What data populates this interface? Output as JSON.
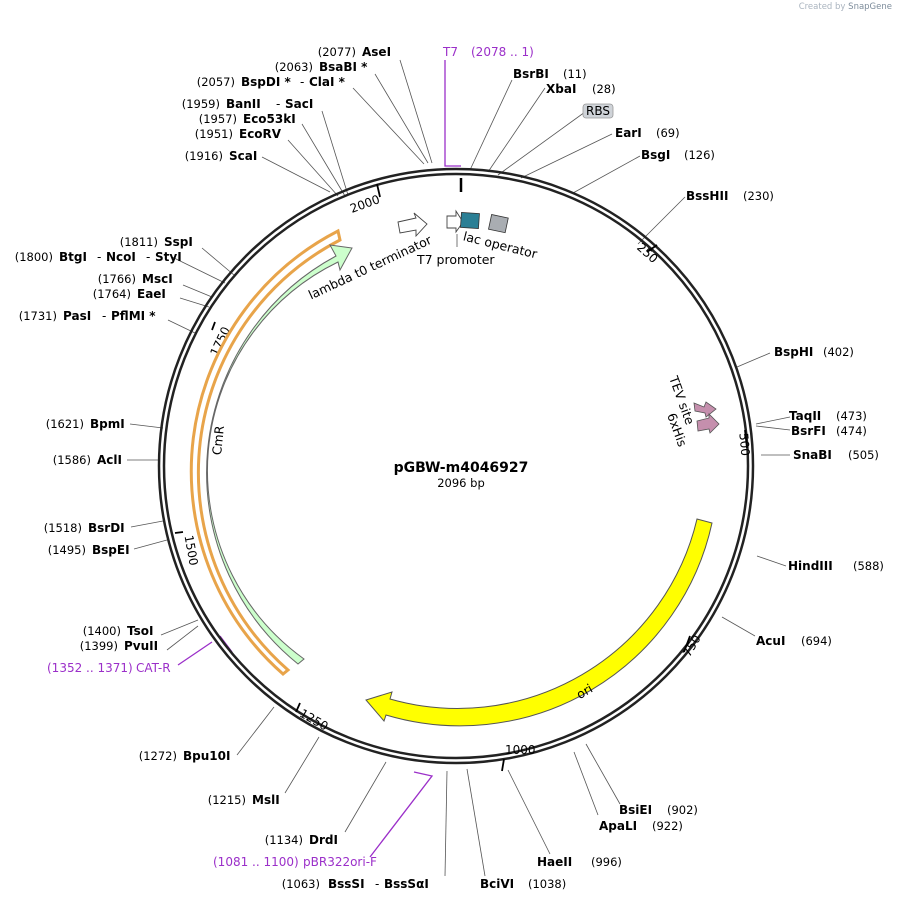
{
  "credit": {
    "prefix": "Created by",
    "brand": "SnapGene"
  },
  "plasmid": {
    "name": "pGBW-m4046927",
    "length": "2096 bp"
  },
  "ticks": [
    "250",
    "500",
    "750",
    "1000",
    "1250",
    "1500",
    "1750",
    "2000"
  ],
  "features": {
    "lac_operator": "lac operator",
    "t7_promoter": "T7 promoter",
    "lambda": "lambda t0 terminator",
    "tev": "TEV site",
    "his": "6xHis",
    "ori": "ori",
    "cmr": "CmR",
    "rbs": "RBS"
  },
  "primers": {
    "t7_name": "T7",
    "t7_range": "(2078 .. 1)",
    "cat_name": "CAT-R",
    "cat_range": "(1352 .. 1371)",
    "pbr_name": "pBR322ori-F",
    "pbr_range": "(1081 .. 1100)"
  },
  "sites": {
    "asei": {
      "pos": "(2077)",
      "name": "AseI"
    },
    "bsabi": {
      "pos": "(2063)",
      "name": "BsaBI *"
    },
    "bspdi": {
      "pos": "(2057)",
      "name": "BspDI *",
      "name2": "ClaI *"
    },
    "banii": {
      "pos": "(1959)",
      "name": "BanII",
      "name2": "SacI"
    },
    "eco53ki": {
      "pos": "(1957)",
      "name": "Eco53kI"
    },
    "ecorv": {
      "pos": "(1951)",
      "name": "EcoRV"
    },
    "scai": {
      "pos": "(1916)",
      "name": "ScaI"
    },
    "sspi": {
      "pos": "(1811)",
      "name": "SspI"
    },
    "btgi": {
      "pos": "(1800)",
      "name": "BtgI",
      "name2": "NcoI",
      "name3": "StyI"
    },
    "msci": {
      "pos": "(1766)",
      "name": "MscI"
    },
    "eaei": {
      "pos": "(1764)",
      "name": "EaeI"
    },
    "pasi": {
      "pos": "(1731)",
      "name": "PasI",
      "name2": "PflMI *"
    },
    "bpmi": {
      "pos": "(1621)",
      "name": "BpmI"
    },
    "acli": {
      "pos": "(1586)",
      "name": "AclI"
    },
    "bsrdi": {
      "pos": "(1518)",
      "name": "BsrDI"
    },
    "bspei": {
      "pos": "(1495)",
      "name": "BspEI"
    },
    "tsoi": {
      "pos": "(1400)",
      "name": "TsoI"
    },
    "pvuii": {
      "pos": "(1399)",
      "name": "PvuII"
    },
    "bpu10i": {
      "pos": "(1272)",
      "name": "Bpu10I"
    },
    "msli": {
      "pos": "(1215)",
      "name": "MslI"
    },
    "drdi": {
      "pos": "(1134)",
      "name": "DrdI"
    },
    "bsssi": {
      "pos": "(1063)",
      "name": "BssSI",
      "name2": "BssSαI"
    },
    "bcivi": {
      "name": "BciVI",
      "pos": "(1038)"
    },
    "haeii": {
      "name": "HaeII",
      "pos": "(996)"
    },
    "apali": {
      "name": "ApaLI",
      "pos": "(922)"
    },
    "bsiei": {
      "name": "BsiEI",
      "pos": "(902)"
    },
    "acui": {
      "name": "AcuI",
      "pos": "(694)"
    },
    "hindiii": {
      "name": "HindIII",
      "pos": "(588)"
    },
    "snabi": {
      "name": "SnaBI",
      "pos": "(505)"
    },
    "bsrfi": {
      "name": "BsrFI",
      "pos": "(474)"
    },
    "taqii": {
      "name": "TaqII",
      "pos": "(473)"
    },
    "bsphi": {
      "name": "BspHI",
      "pos": "(402)"
    },
    "bsshii": {
      "name": "BssHII",
      "pos": "(230)"
    },
    "bsgi": {
      "name": "BsgI",
      "pos": "(126)"
    },
    "eari": {
      "name": "EarI",
      "pos": "(69)"
    },
    "xbai": {
      "name": "XbaI",
      "pos": "(28)"
    },
    "bsrbi": {
      "name": "BsrBI",
      "pos": "(11)"
    }
  },
  "colors": {
    "ori": "#ffff00",
    "cmr": "#ccffcc",
    "cmr_outline": "#e8a44a",
    "primer": "#9b2fc9",
    "lac_operator": "#2b7f95",
    "tev": "#c58fad"
  }
}
